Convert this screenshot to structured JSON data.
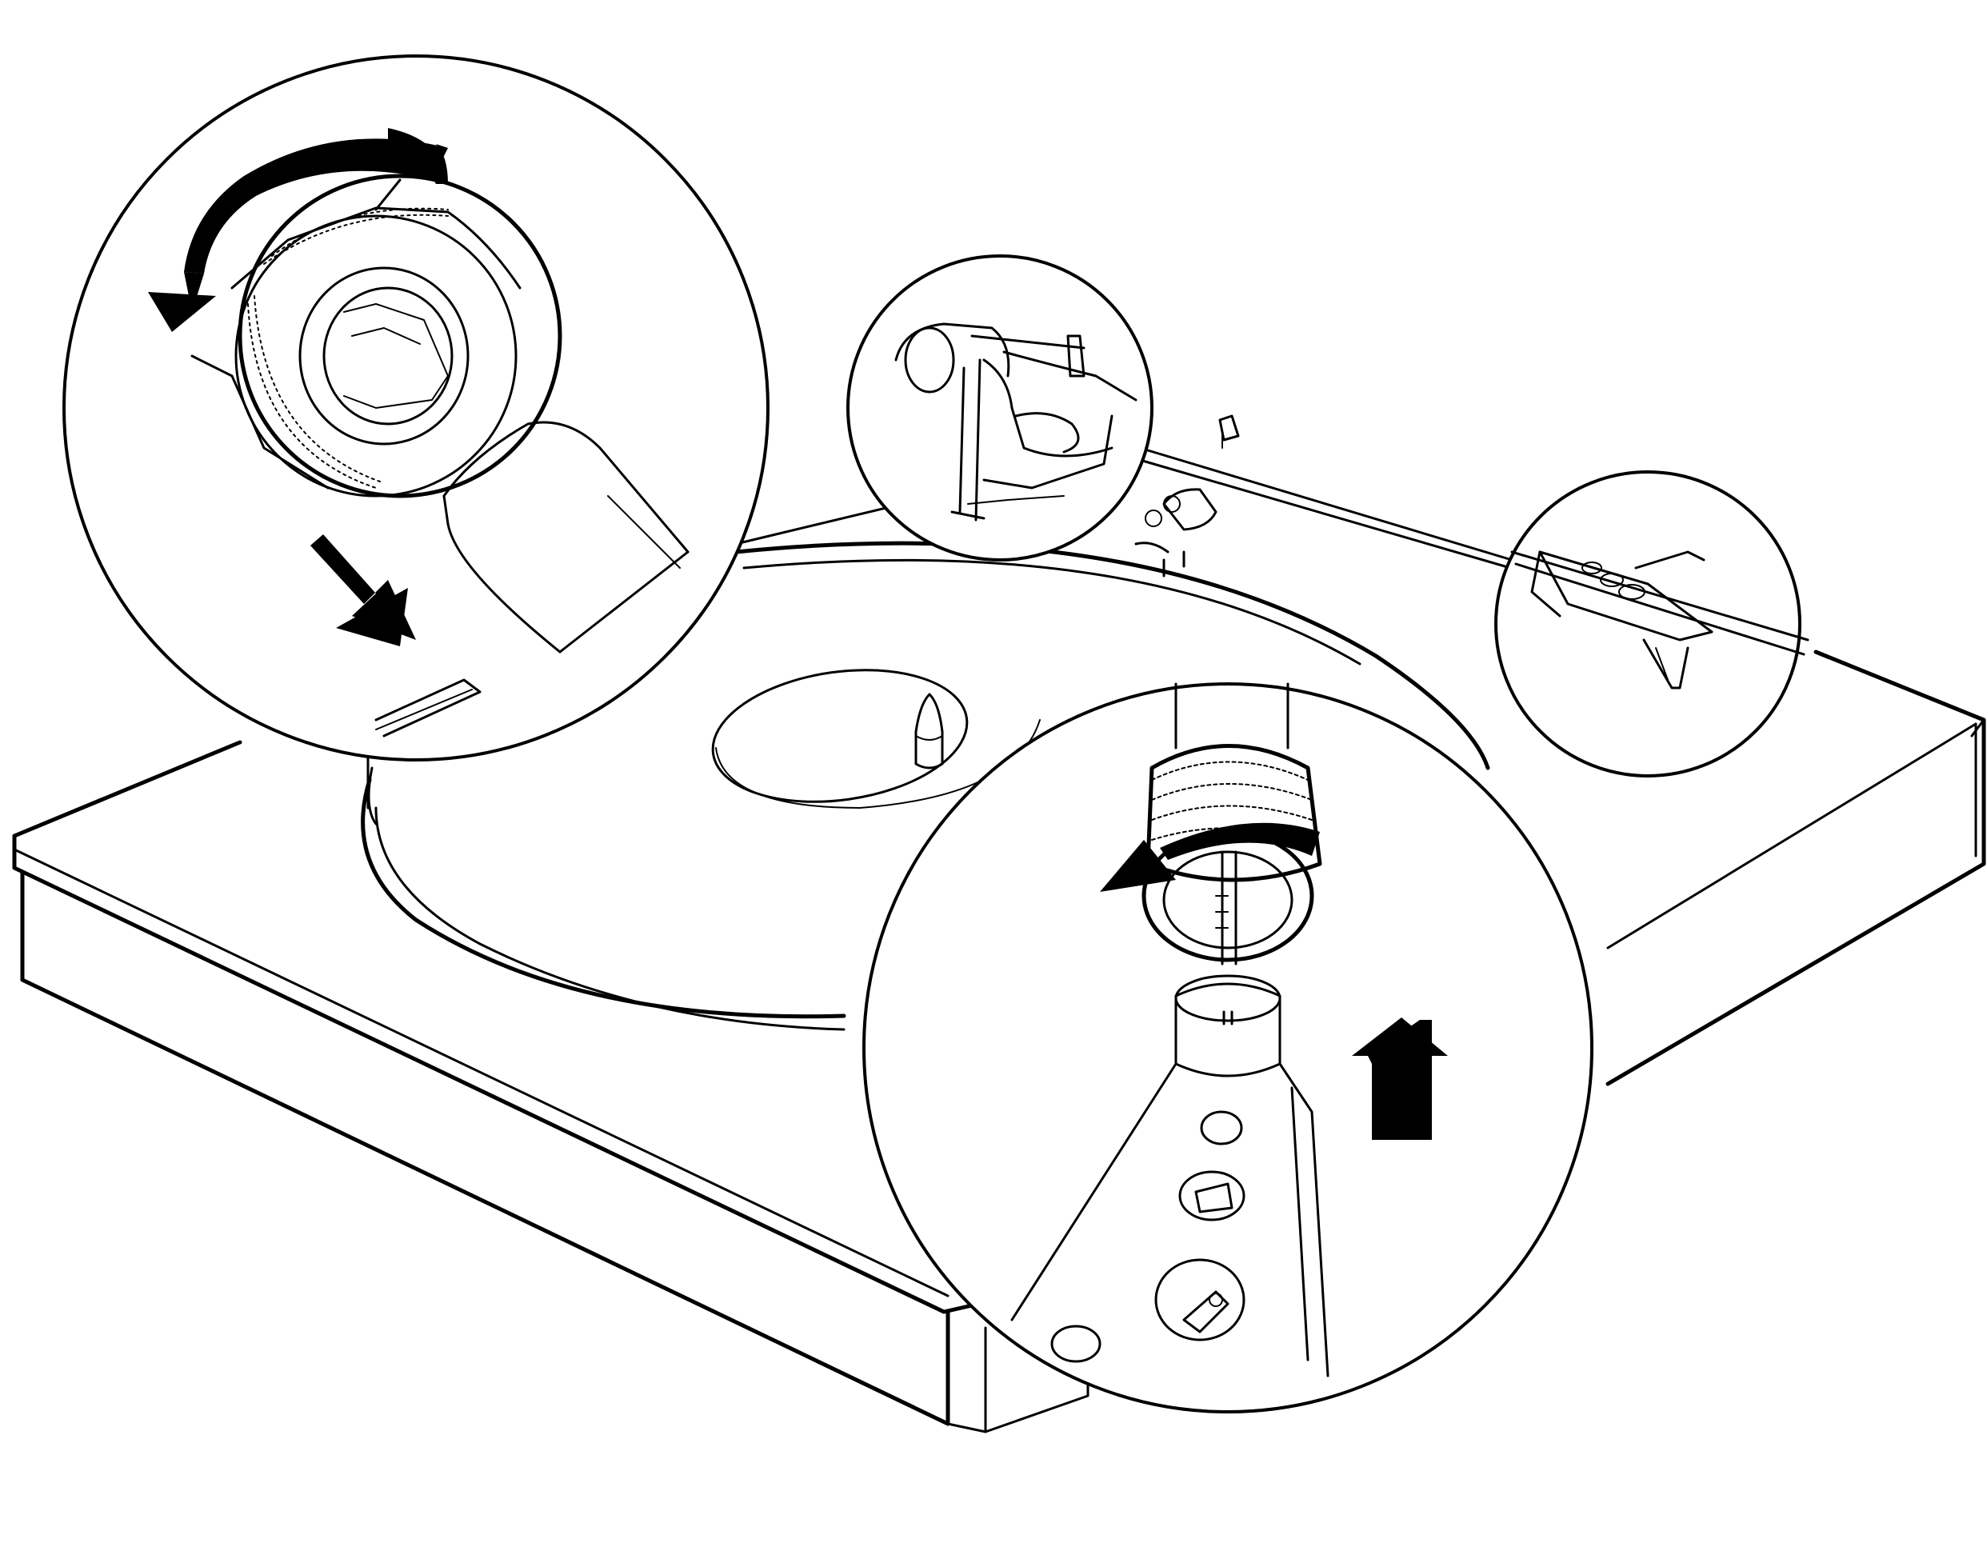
{
  "diagram": {
    "subject": "turntable",
    "callouts": [
      "counterweight-detail",
      "tonearm-pivot-detail",
      "headshell-cartridge-detail",
      "headshell-connector-detail"
    ],
    "arrows": [
      "rotate-counterweight",
      "push-counterweight-down",
      "rotate-locking-collar",
      "lift-headshell-up"
    ],
    "colors": {
      "line": "#000000",
      "background": "#ffffff"
    }
  }
}
